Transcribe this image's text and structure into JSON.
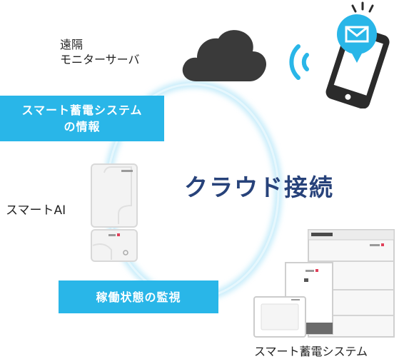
{
  "labels": {
    "remote_server_line1": "遠隔",
    "remote_server_line2": "モニターサーバ",
    "smart_ai": "スマートAI",
    "storage_system": "スマート蓄電システム"
  },
  "banners": {
    "info_line1": "スマート蓄電システム",
    "info_line2": "の情報",
    "monitoring": "稼働状態の監視"
  },
  "heading": "クラウド接続",
  "colors": {
    "banner_blue": "#29b6e8",
    "heading_navy": "#27427a",
    "cloud_dark": "#3a3a3a",
    "signal_blue": "#29b6e8",
    "ring_glow": "#8fd9f5"
  },
  "icons": {
    "cloud": "cloud-icon",
    "wifi": "wifi-signal-icon",
    "phone": "smartphone-icon",
    "mail": "envelope-icon"
  }
}
